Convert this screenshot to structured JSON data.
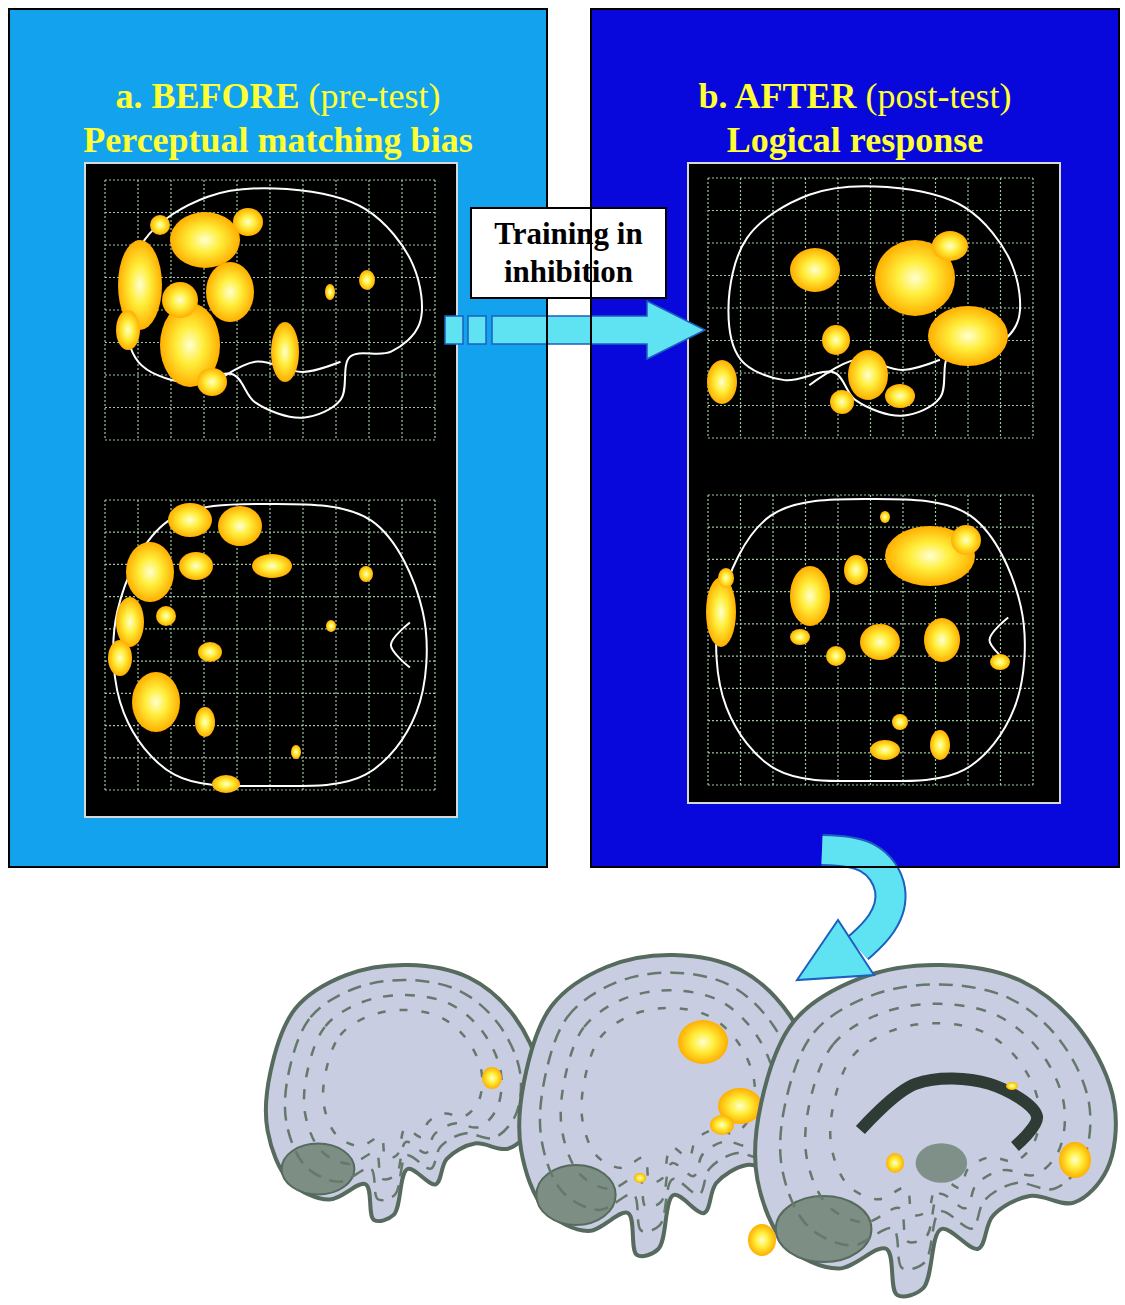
{
  "diagram": {
    "nodes": [
      {
        "text": [
          "a. BEFORE (pre-test)",
          "Perceptual matching bias"
        ]
      },
      {
        "text": [
          "Training in inhibition"
        ]
      },
      {
        "text": [
          "b. AFTER (post-test)",
          "Logical response"
        ]
      }
    ],
    "edges": [
      {
        "from": 0,
        "to": 2,
        "arrow": "to"
      }
    ]
  }
}
